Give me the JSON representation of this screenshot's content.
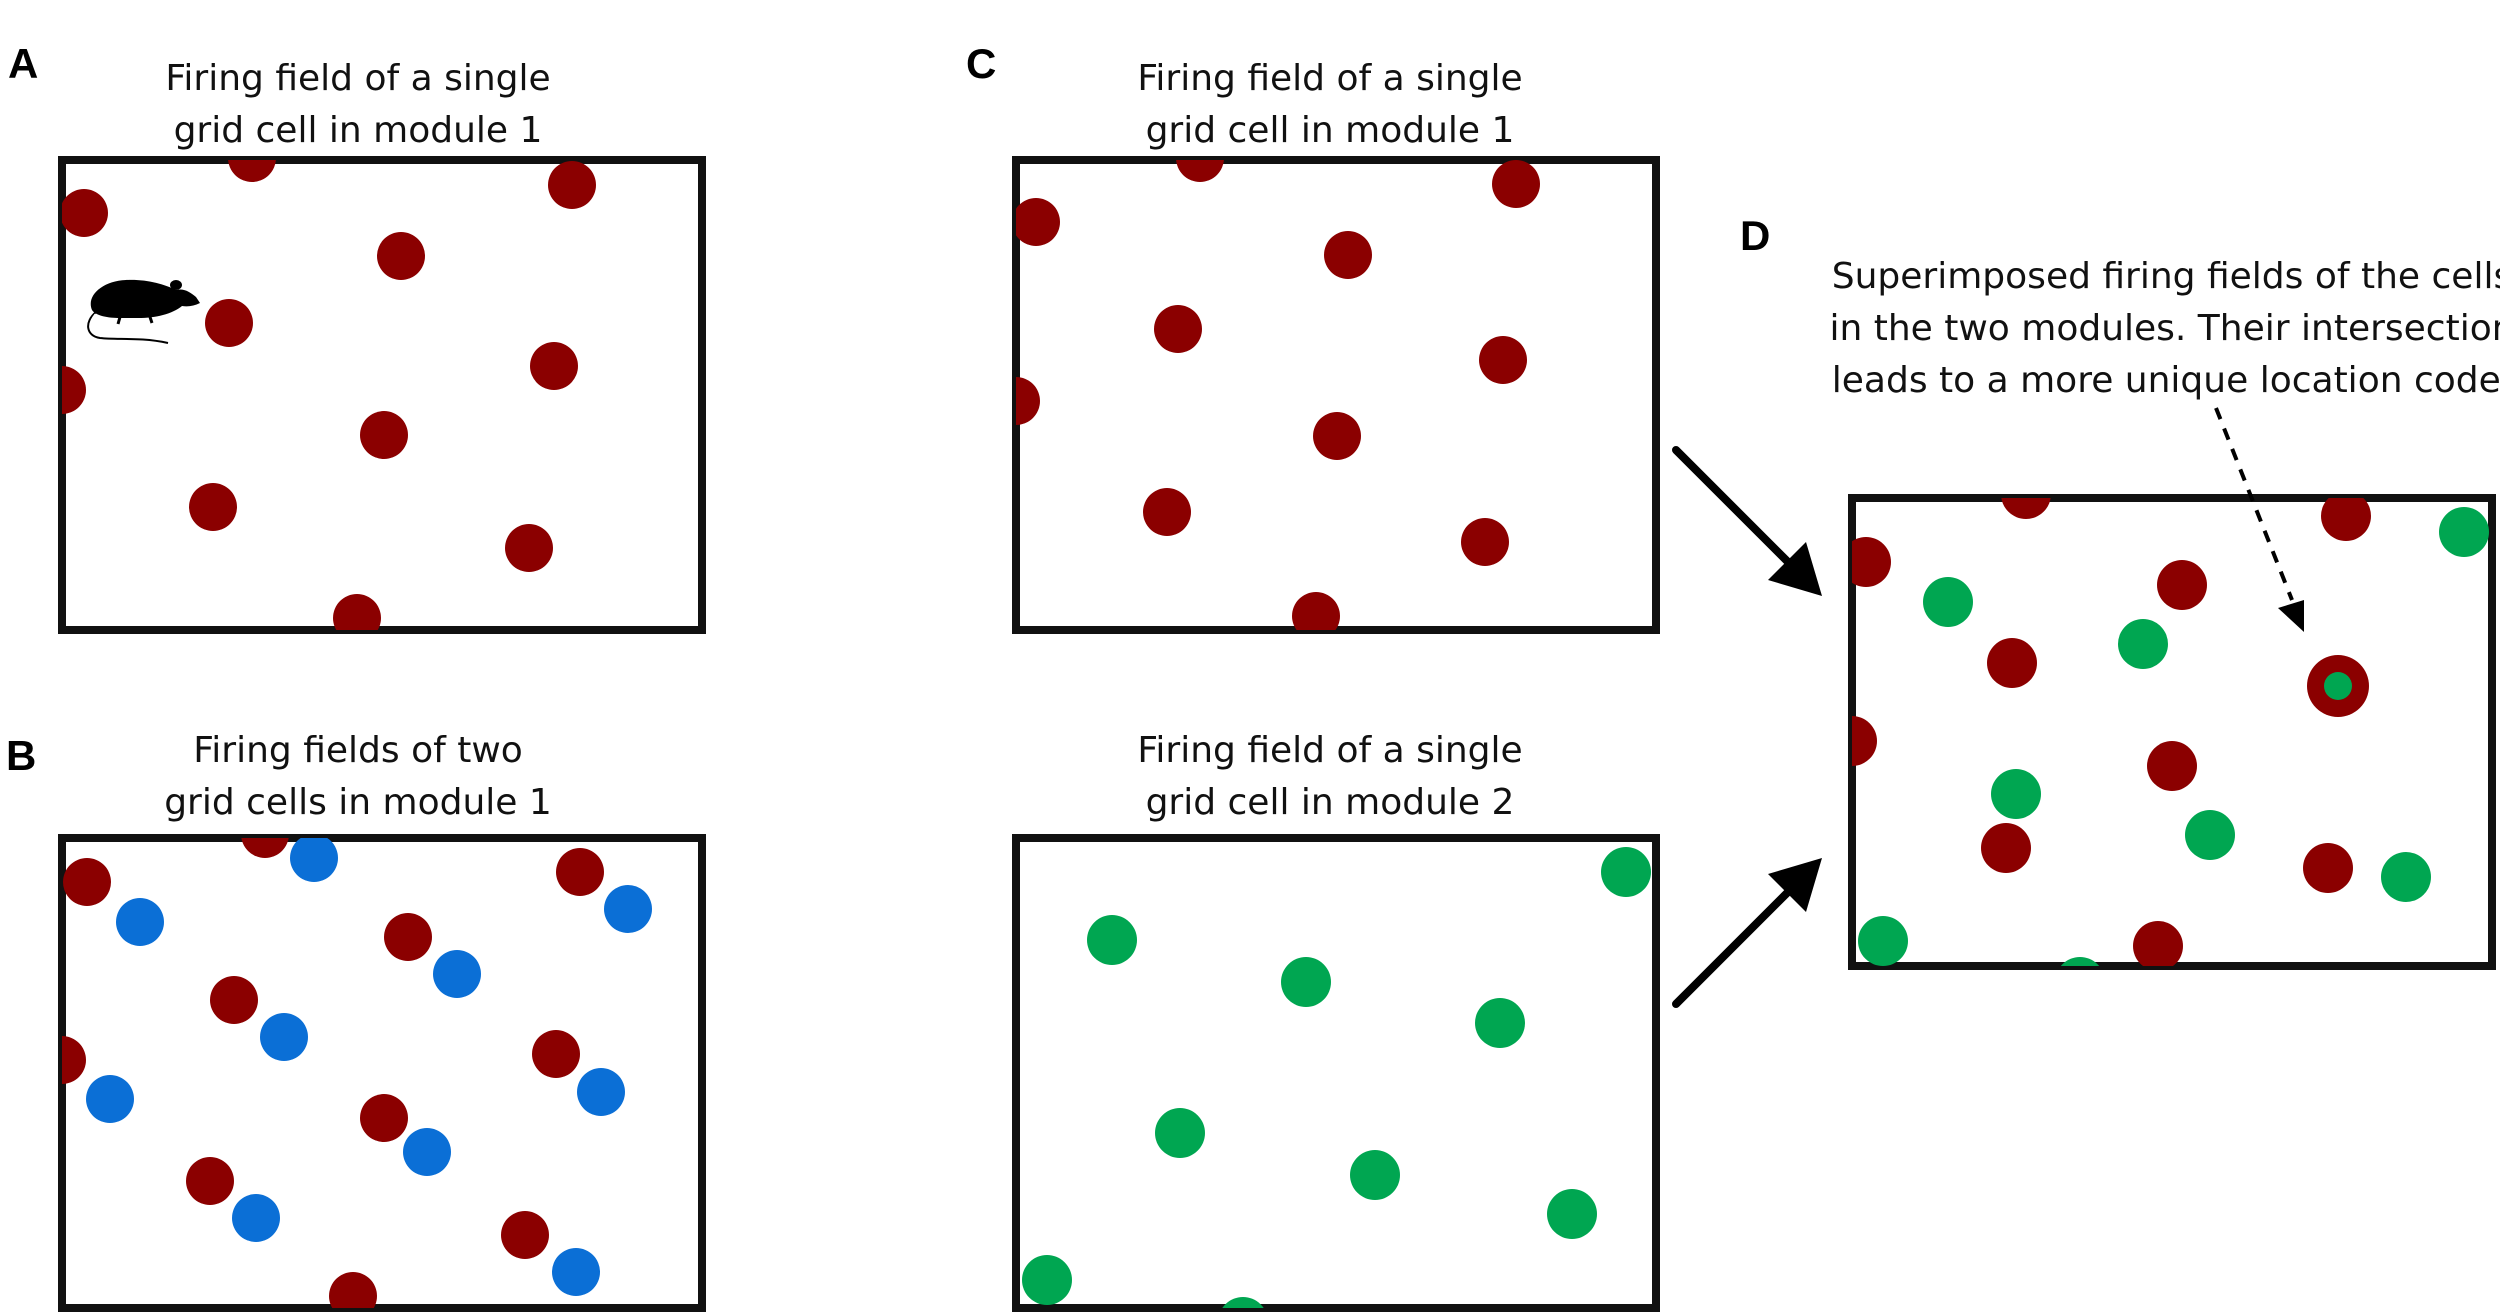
{
  "colors": {
    "module1_cell": "#8b0000",
    "module1_second_cell": "#0b6fd6",
    "module2_cell": "#00a651",
    "frame": "#111111",
    "arrow": "#000000"
  },
  "panels": {
    "A": {
      "letter": "A",
      "caption": [
        "Firing field of a single",
        "grid cell in module 1"
      ],
      "icon": "rat-icon",
      "dot_color": "module1_cell"
    },
    "B": {
      "letter": "B",
      "caption": [
        "Firing fields of two",
        "grid cells in module 1"
      ],
      "dot_colors": [
        "module1_cell",
        "module1_second_cell"
      ]
    },
    "C": {
      "letter": "C",
      "top_caption": [
        "Firing field of a single",
        "grid cell in module 1"
      ],
      "bottom_caption": [
        "Firing field of a single",
        "grid cell in module 2"
      ],
      "top_dot_color": "module1_cell",
      "bottom_dot_color": "module2_cell"
    },
    "D": {
      "letter": "D",
      "caption": [
        "Superimposed firing fields of the cells",
        "in the two modules. Their intersection",
        "leads to a more unique location code."
      ],
      "dot_colors": [
        "module1_cell",
        "module2_cell"
      ],
      "annotation": "dashed-arrow-to-intersection"
    }
  }
}
